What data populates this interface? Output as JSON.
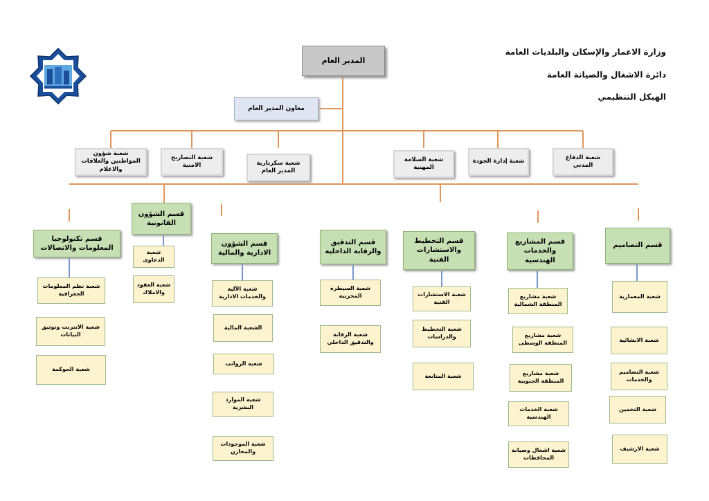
{
  "header": {
    "line1": "وزارة الاعمار والإسكان والبلديات العامة",
    "line2": "دائرة الاشغال والصيانة العامة",
    "line3": "الهيكل التنظيمي"
  },
  "logo": {
    "icon": "ministry-star-emblem-icon",
    "caption": ""
  },
  "colors": {
    "connector": "#e0965a",
    "dept_link": "#4a72b8",
    "dept_fill": "#c6dfb3",
    "sub_fill": "#fef3cf",
    "gm_fill": "#c8c8c8"
  },
  "general_manager": "المدير العام",
  "assistant": "معاون المدير العام",
  "units": {
    "citizens": "شعبة شؤون المواطنين والعلاقات والاعلام",
    "permits": "شعبة التصاريح الامنية",
    "secretariat": "شعبة سكرتارية المدير العام",
    "safety": "شعبة السلامة المهنية",
    "quality": "شعبة إدارة الجودة",
    "civil_defense": "شعبة الدفاع المدني"
  },
  "departments": [
    {
      "name": "قسم تكنولوجيا المعلومات والاتصالات",
      "subs": [
        "شعبة نظم المعلومات الجغرافية",
        "شعبة الانترنت وتوثيق البيانات",
        "شعبة الحوكمة"
      ]
    },
    {
      "name": "قسم الشؤون القانونية",
      "subs": [
        "شعبة الدعاوى",
        "شعبة العقود والاملاك"
      ]
    },
    {
      "name": "قسم الشؤون الادارية والمالية",
      "subs": [
        "شعبة الآلية والخدمات الادارية",
        "الشعبة المالية",
        "شعبة الرواتب",
        "شعبة الموارد البشرية",
        "شعبة الموجودات والمخازن"
      ]
    },
    {
      "name": "قسم التدقيق والرقابة الداخلية",
      "subs": [
        "شعبة السيطرة المخزنية",
        "شعبة الرقابة والتدقيق الداخلي"
      ]
    },
    {
      "name": "قسم التخطيط والاستشارات الفنية",
      "subs": [
        "شعبة الاستشارات الفنية",
        "شعبة التخطيط والدراسات",
        "شعبة المتابعة"
      ]
    },
    {
      "name": "قسم المشاريع والخدمات الهندسية",
      "subs": [
        "شعبة مشاريع المنطقة الشمالية",
        "شعبة مشاريع المنطقة الوسطى",
        "شعبة مشاريع المنطقة الجنوبية",
        "شعبة الخدمات الهندسية",
        "شعبة اشغال وصيانة المحافظات"
      ]
    },
    {
      "name": "قسم التصاميم",
      "subs": [
        "شعبة المعمارية",
        "شعبة الانشائية",
        "شعبة التصاميم والخدمات",
        "شعبة التخمين",
        "شعبة الارشيف"
      ]
    }
  ]
}
